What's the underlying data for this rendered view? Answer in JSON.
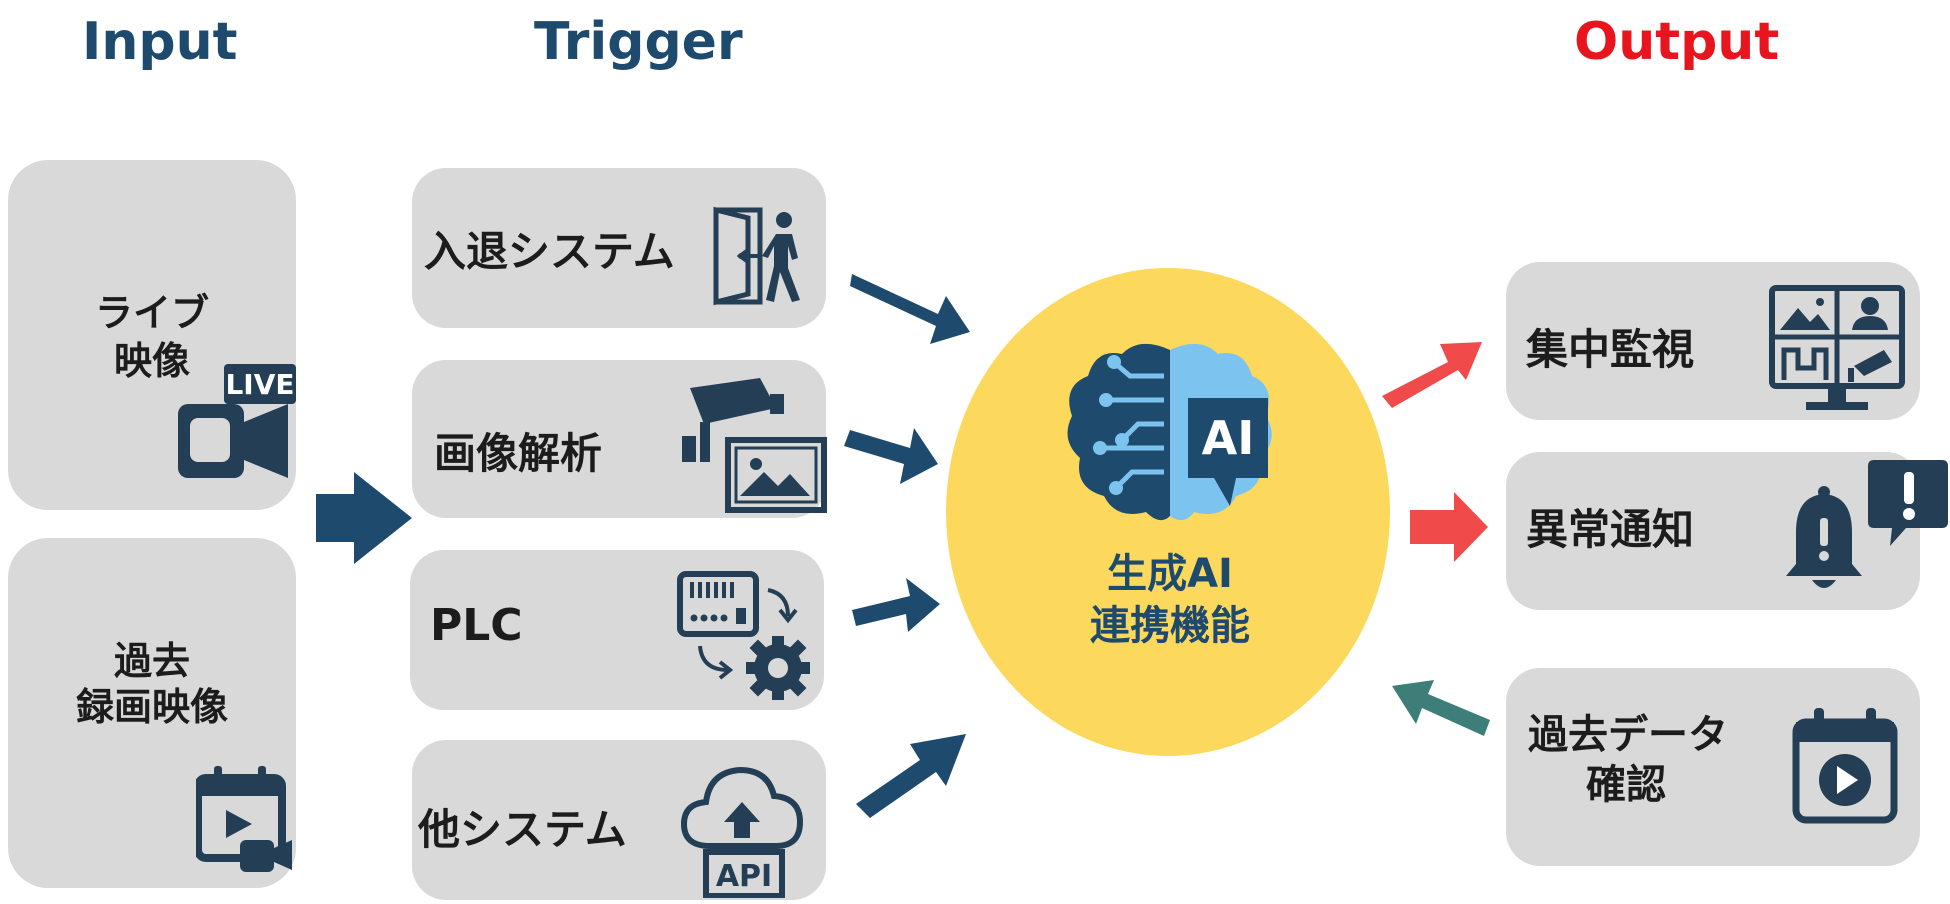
{
  "headers": {
    "input": "Input",
    "trigger": "Trigger",
    "output": "Output"
  },
  "input": {
    "live_label_1": "ライブ",
    "live_label_2": "映像",
    "live_badge": "LIVE",
    "past_label_1": "過去",
    "past_label_2": "録画映像"
  },
  "trigger": {
    "items": [
      {
        "label": "入退システム",
        "icon": "door-person-icon"
      },
      {
        "label": "画像解析",
        "icon": "camera-image-icon"
      },
      {
        "label": "PLC",
        "icon": "plc-gear-icon"
      },
      {
        "label": "他システム",
        "icon": "cloud-api-icon"
      }
    ],
    "api_badge": "API"
  },
  "center": {
    "line1": "生成AI",
    "line2": "連携機能",
    "ai_badge": "AI"
  },
  "output": {
    "items": [
      {
        "label": "集中監視",
        "icon": "monitor-grid-icon"
      },
      {
        "label": "異常通知",
        "icon": "bell-alert-icon"
      },
      {
        "label_1": "過去データ",
        "label_2": "確認",
        "icon": "calendar-play-icon"
      }
    ]
  },
  "colors": {
    "navy": "#1e4a6e",
    "dark_icon": "#243f55",
    "red_arrow": "#f04a4a",
    "teal_arrow": "#3d7f78",
    "yellow": "#fcd95c",
    "box": "#d9d9d9",
    "light_blue": "#7cc3ef"
  }
}
